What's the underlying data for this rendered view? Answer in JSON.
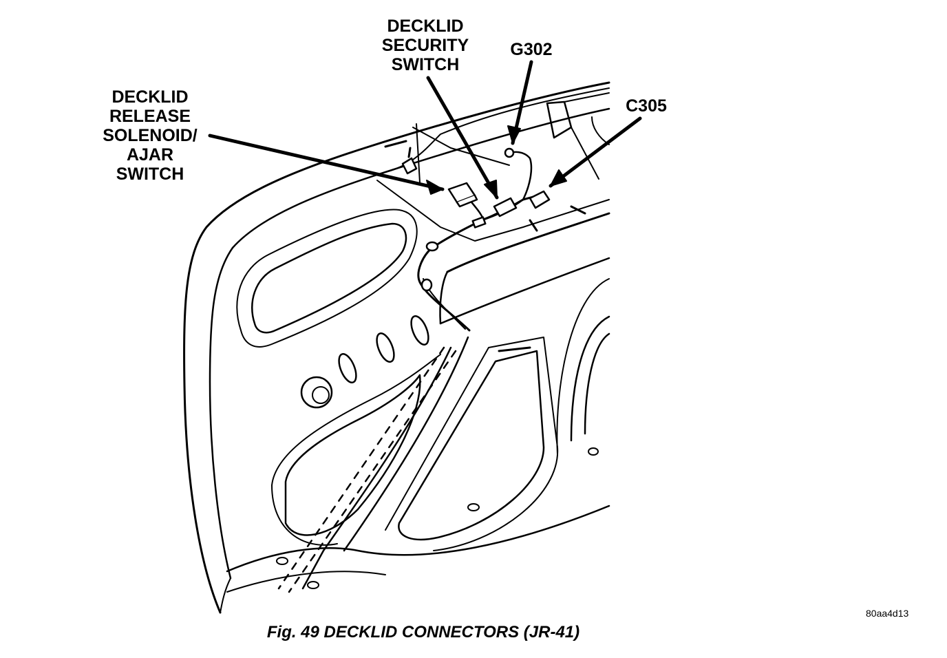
{
  "labels": {
    "security_switch": [
      "DECKLID",
      "SECURITY",
      "SWITCH"
    ],
    "release_solenoid": [
      "DECKLID",
      "RELEASE",
      "SOLENOID/",
      "AJAR",
      "SWITCH"
    ],
    "ground": "G302",
    "connector": "C305"
  },
  "doc_code": "80aa4d13",
  "caption": "Fig. 49 DECKLID CONNECTORS (JR-41)",
  "colors": {
    "ink": "#000000",
    "paper": "#ffffff"
  }
}
